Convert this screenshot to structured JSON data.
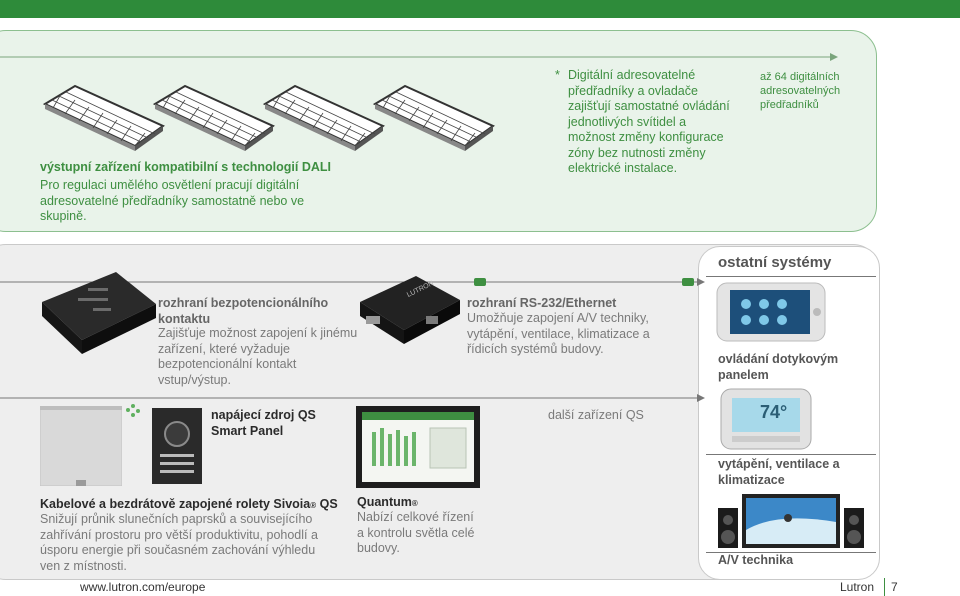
{
  "top_section": {
    "dali_title": "výstupní zařízení kompatibilní s technologií DALI",
    "dali_desc": "Pro regulaci umělého osvětlení pracují digitální adresovatelné předřadníky samostatně nebo ve skupině.",
    "asterisk": "*",
    "digital_note": "Digitální adresovatelné předřadníky a ovladače zajišťují samostatné ovládání jednotlivých svítidel a možnost změny konfigurace zóny bez nutnosti změny elektrické instalace.",
    "up_to_64": "až 64 digitálních adresovatelných předřadníků"
  },
  "middle_section": {
    "contact_title": "rozhraní bezpotencionálního kontaktu",
    "contact_desc": "Zajišťuje možnost zapojení k jinému zařízení, které vyžaduje bezpotencionální kontakt vstup/výstup.",
    "rs232_title": "rozhraní RS-232/Ethernet",
    "rs232_desc": "Umožňuje zapojení A/V techniky, vytápění, ventilace, klimatizace a řídicích systémů budovy.",
    "device_brand": "LUTRON"
  },
  "right_column": {
    "heading": "ostatní systémy",
    "touch_panel": "ovládání dotykovým panelem",
    "hvac": "vytápění, ventilace a klimatizace",
    "thermostat_display": "74°",
    "av": "A/V technika"
  },
  "bottom_section": {
    "power_title": "napájecí zdroj QS Smart Panel",
    "other_qs": "další zařízení QS",
    "shades_title": "Kabelové a bezdrátově zapojené rolety Sivoia",
    "shades_reg": "®",
    "shades_qs": "QS",
    "shades_desc": "Snižují průnik slunečních paprsků a souvisejícího zahřívání prostoru pro větší produktivitu, pohodlí a úsporu energie při současném zachování výhledu ven z místnosti.",
    "quantum_title": "Quantum",
    "quantum_reg": "®",
    "quantum_desc": "Nabízí celkové řízení a kontrolu světla celé budovy."
  },
  "footer": {
    "url": "www.lutron.com/europe",
    "brand": "Lutron",
    "page_number": "7"
  },
  "colors": {
    "top_bar": "#2e8b3a",
    "green_panel": "#e9f3ea",
    "green_text": "#3e8f41",
    "gray_panel": "#eeeeee"
  }
}
